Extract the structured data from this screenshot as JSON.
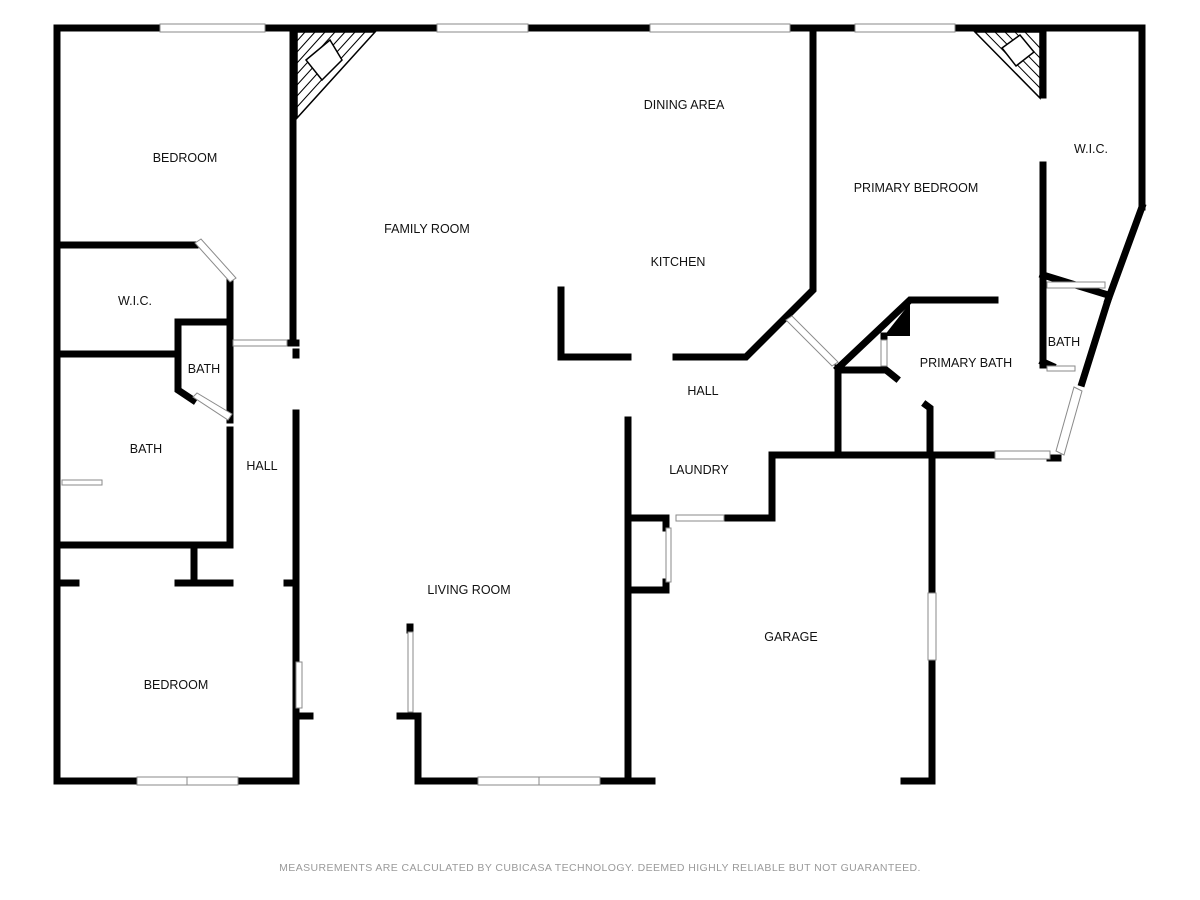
{
  "rooms": {
    "bedroom_top": "BEDROOM",
    "wic_left": "W.I.C.",
    "bath_small": "BATH",
    "bath_left": "BATH",
    "hall_left": "HALL",
    "bedroom_bottom": "BEDROOM",
    "family_room": "FAMILY ROOM",
    "living_room": "LIVING ROOM",
    "dining_area": "DINING AREA",
    "kitchen": "KITCHEN",
    "hall_center": "HALL",
    "laundry": "LAUNDRY",
    "garage": "GARAGE",
    "primary_bedroom": "PRIMARY BEDROOM",
    "wic_right": "W.I.C.",
    "primary_bath": "PRIMARY BATH",
    "bath_right": "BATH"
  },
  "disclaimer": "MEASUREMENTS ARE CALCULATED BY CUBICASA TECHNOLOGY. DEEMED HIGHLY RELIABLE BUT NOT GUARANTEED.",
  "colors": {
    "wall": "#000000",
    "window": "#8a8a8a",
    "text": "#111111",
    "footer": "#9a9a9a"
  }
}
